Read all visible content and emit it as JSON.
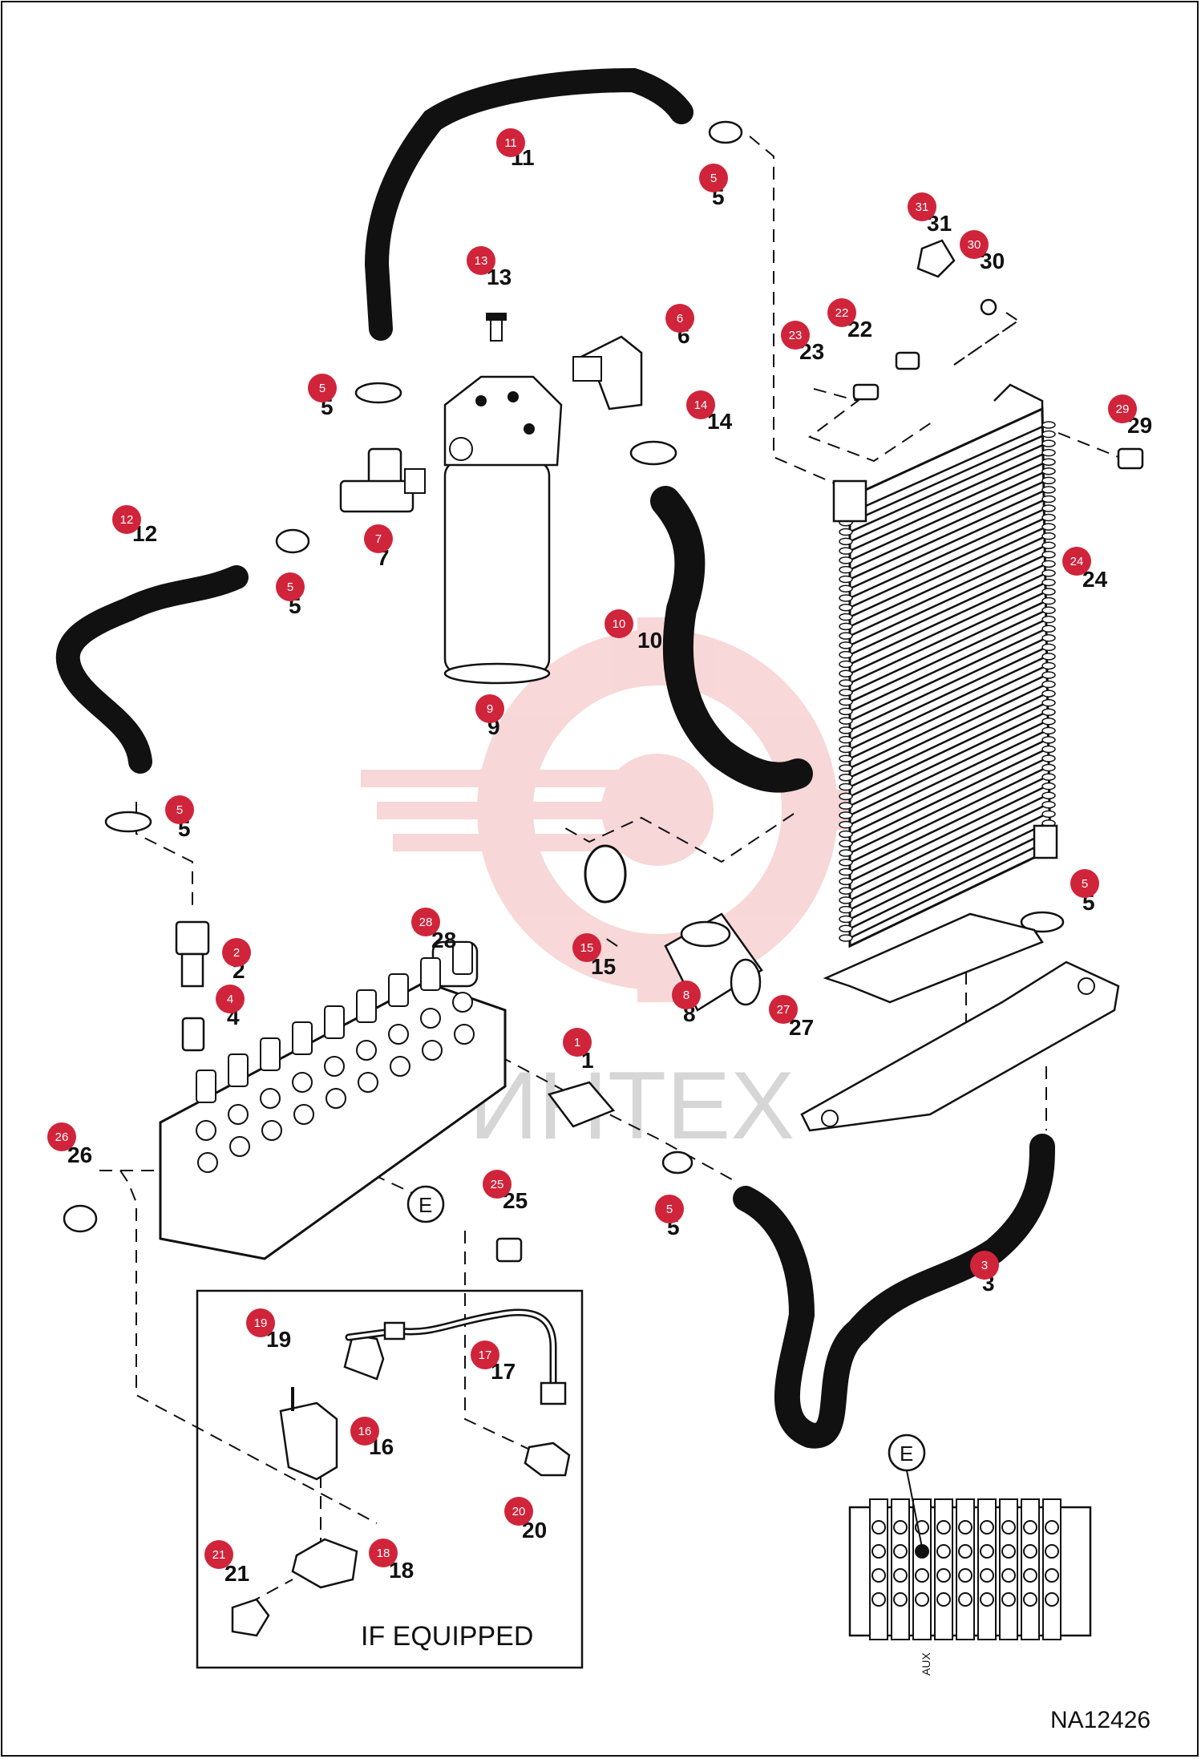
{
  "diagram": {
    "drawing_code": "NA12426",
    "optional_label": "IF EQUIPPED",
    "detail_callout": "E",
    "aux_label": "AUX",
    "watermark_text": "ИНТЕХ",
    "badge_color": "#d0243a",
    "hose_color": "#111111",
    "parts": [
      {
        "id": "1"
      },
      {
        "id": "2"
      },
      {
        "id": "3"
      },
      {
        "id": "4"
      },
      {
        "id": "5"
      },
      {
        "id": "6"
      },
      {
        "id": "7"
      },
      {
        "id": "8"
      },
      {
        "id": "9"
      },
      {
        "id": "10"
      },
      {
        "id": "11"
      },
      {
        "id": "12"
      },
      {
        "id": "13"
      },
      {
        "id": "14"
      },
      {
        "id": "15"
      },
      {
        "id": "16"
      },
      {
        "id": "17"
      },
      {
        "id": "18"
      },
      {
        "id": "19"
      },
      {
        "id": "20"
      },
      {
        "id": "21"
      },
      {
        "id": "22"
      },
      {
        "id": "23"
      },
      {
        "id": "24"
      },
      {
        "id": "25"
      },
      {
        "id": "26"
      },
      {
        "id": "27"
      },
      {
        "id": "28"
      },
      {
        "id": "29"
      },
      {
        "id": "30"
      },
      {
        "id": "31"
      }
    ]
  }
}
